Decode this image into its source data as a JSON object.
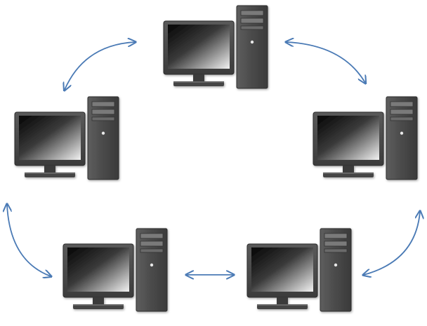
{
  "diagram": {
    "type": "ring-network",
    "nodes": [
      {
        "id": "pc-top",
        "icon": "desktop-computer-icon"
      },
      {
        "id": "pc-right",
        "icon": "desktop-computer-icon"
      },
      {
        "id": "pc-bottom-right",
        "icon": "desktop-computer-icon"
      },
      {
        "id": "pc-bottom-left",
        "icon": "desktop-computer-icon"
      },
      {
        "id": "pc-left",
        "icon": "desktop-computer-icon"
      }
    ],
    "links": [
      {
        "from": "pc-left",
        "to": "pc-top",
        "bidirectional": true
      },
      {
        "from": "pc-top",
        "to": "pc-right",
        "bidirectional": true
      },
      {
        "from": "pc-right",
        "to": "pc-bottom-right",
        "bidirectional": true
      },
      {
        "from": "pc-bottom-right",
        "to": "pc-bottom-left",
        "bidirectional": true
      },
      {
        "from": "pc-bottom-left",
        "to": "pc-left",
        "bidirectional": true
      }
    ],
    "colors": {
      "arrow": "#4a7ab5",
      "chassis": "#6b6b6b",
      "chassis_dark": "#3a3a3a",
      "screen_dark": "#0a0a0a",
      "screen_light": "#f0f0f0"
    }
  }
}
